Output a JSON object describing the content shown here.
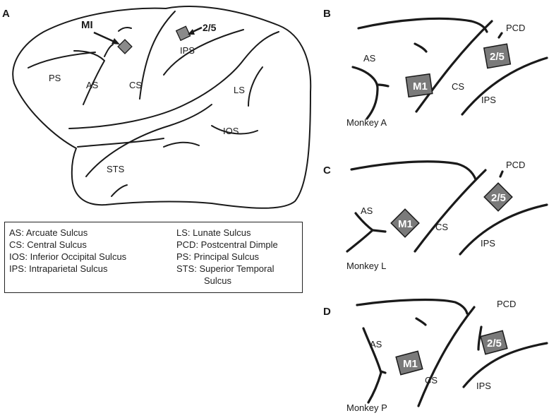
{
  "panels": {
    "a": {
      "letter": "A"
    },
    "b": {
      "letter": "B",
      "monkey": "Monkey A"
    },
    "c": {
      "letter": "C",
      "monkey": "Monkey L"
    },
    "d": {
      "letter": "D",
      "monkey": "Monkey P"
    }
  },
  "brain": {
    "callout_mi": "MI",
    "callout_25": "2/5",
    "labels": {
      "ps": "PS",
      "as": "AS",
      "cs": "CS",
      "ips": "IPS",
      "ls": "LS",
      "ios": "IOS",
      "sts": "STS"
    }
  },
  "detail": {
    "as": "AS",
    "cs": "CS",
    "ips": "IPS",
    "pcd": "PCD",
    "marker_m1": "M1",
    "marker_25": "2/5"
  },
  "legend": {
    "as": "AS: Arcuate Sulcus",
    "cs": "CS: Central Sulcus",
    "ios": "IOS: Inferior Occipital Sulcus",
    "ips": "IPS: Intraparietal Sulcus",
    "ls": "LS: Lunate Sulcus",
    "pcd": "PCD: Postcentral Dimple",
    "ps": "PS: Principal Sulcus",
    "sts": "STS: Superior Temporal",
    "sts_cont": "Sulcus"
  },
  "colors": {
    "stroke": "#1a1a1a",
    "marker_fill": "#8a8a8a",
    "marker_dark": "#7a7a7a",
    "marker_text": "#ffffff"
  }
}
